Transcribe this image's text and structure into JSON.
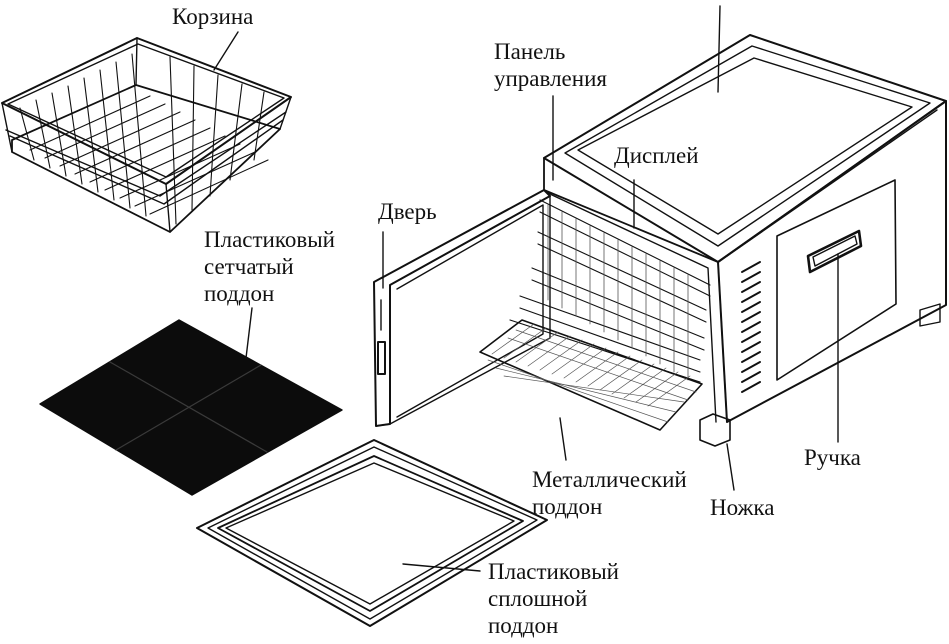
{
  "labels": {
    "basket": [
      "Корзина"
    ],
    "control_panel": [
      "Панель",
      "управления"
    ],
    "display": [
      "Дисплей"
    ],
    "door": [
      "Дверь"
    ],
    "mesh_tray": [
      "Пластиковый",
      "сетчатый",
      "поддон"
    ],
    "metal_tray": [
      "Металлический",
      "поддон"
    ],
    "foot": [
      "Ножка"
    ],
    "handle": [
      "Ручка"
    ],
    "solid_tray": [
      "Пластиковый",
      "сплошной",
      "поддон"
    ]
  },
  "colors": {
    "ink": "#111111",
    "mesh_fill": "#0c0c0c",
    "paper": "#ffffff"
  }
}
